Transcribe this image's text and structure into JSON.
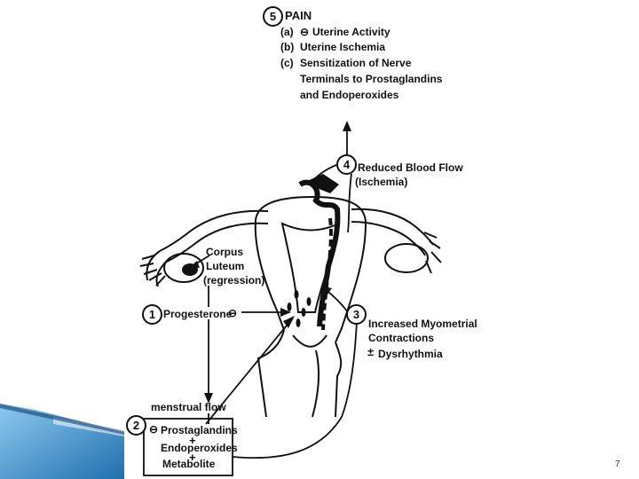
{
  "pain": {
    "step": "5",
    "title": "PAIN",
    "items": [
      {
        "marker": "(a)",
        "text": "Uterine  Activity"
      },
      {
        "marker": "(b)",
        "text": "Uterine  Ischemia"
      },
      {
        "marker": "(c)",
        "text": "Sensitization  of  Nerve"
      }
    ],
    "cont_1": "Terminals  to  Prostaglandins",
    "cont_2": "and  Endoperoxides"
  },
  "blood_flow": {
    "step": "4",
    "line_1": "Reduced  Blood  Flow",
    "line_2": "(Ischemia)"
  },
  "corpus": {
    "line_1": "Corpus",
    "line_2": "Luteum",
    "line_3": "(regression)"
  },
  "progesterone": {
    "step": "1",
    "label": "Progesterone"
  },
  "contractions": {
    "step": "3",
    "line_1": "Increased  Myometrial",
    "line_2": "Contractions",
    "line_3": "Dysrhythmia",
    "pm": "±"
  },
  "menstrual_flow": "menstrual  flow",
  "pg_box": {
    "step": "2",
    "line_1": "Prostaglandins",
    "line_2": "Endoperoxides",
    "line_3": "Metabolite",
    "plus": "+"
  },
  "page_number": "7",
  "colors": {
    "ink": "#111111",
    "accent_blue": "#2a7fbf",
    "accent_light": "#8fcaf0",
    "background": "#ffffff"
  },
  "icons": [
    "decrease-symbol-icon",
    "arrow-icon",
    "slide-corner-decoration"
  ]
}
